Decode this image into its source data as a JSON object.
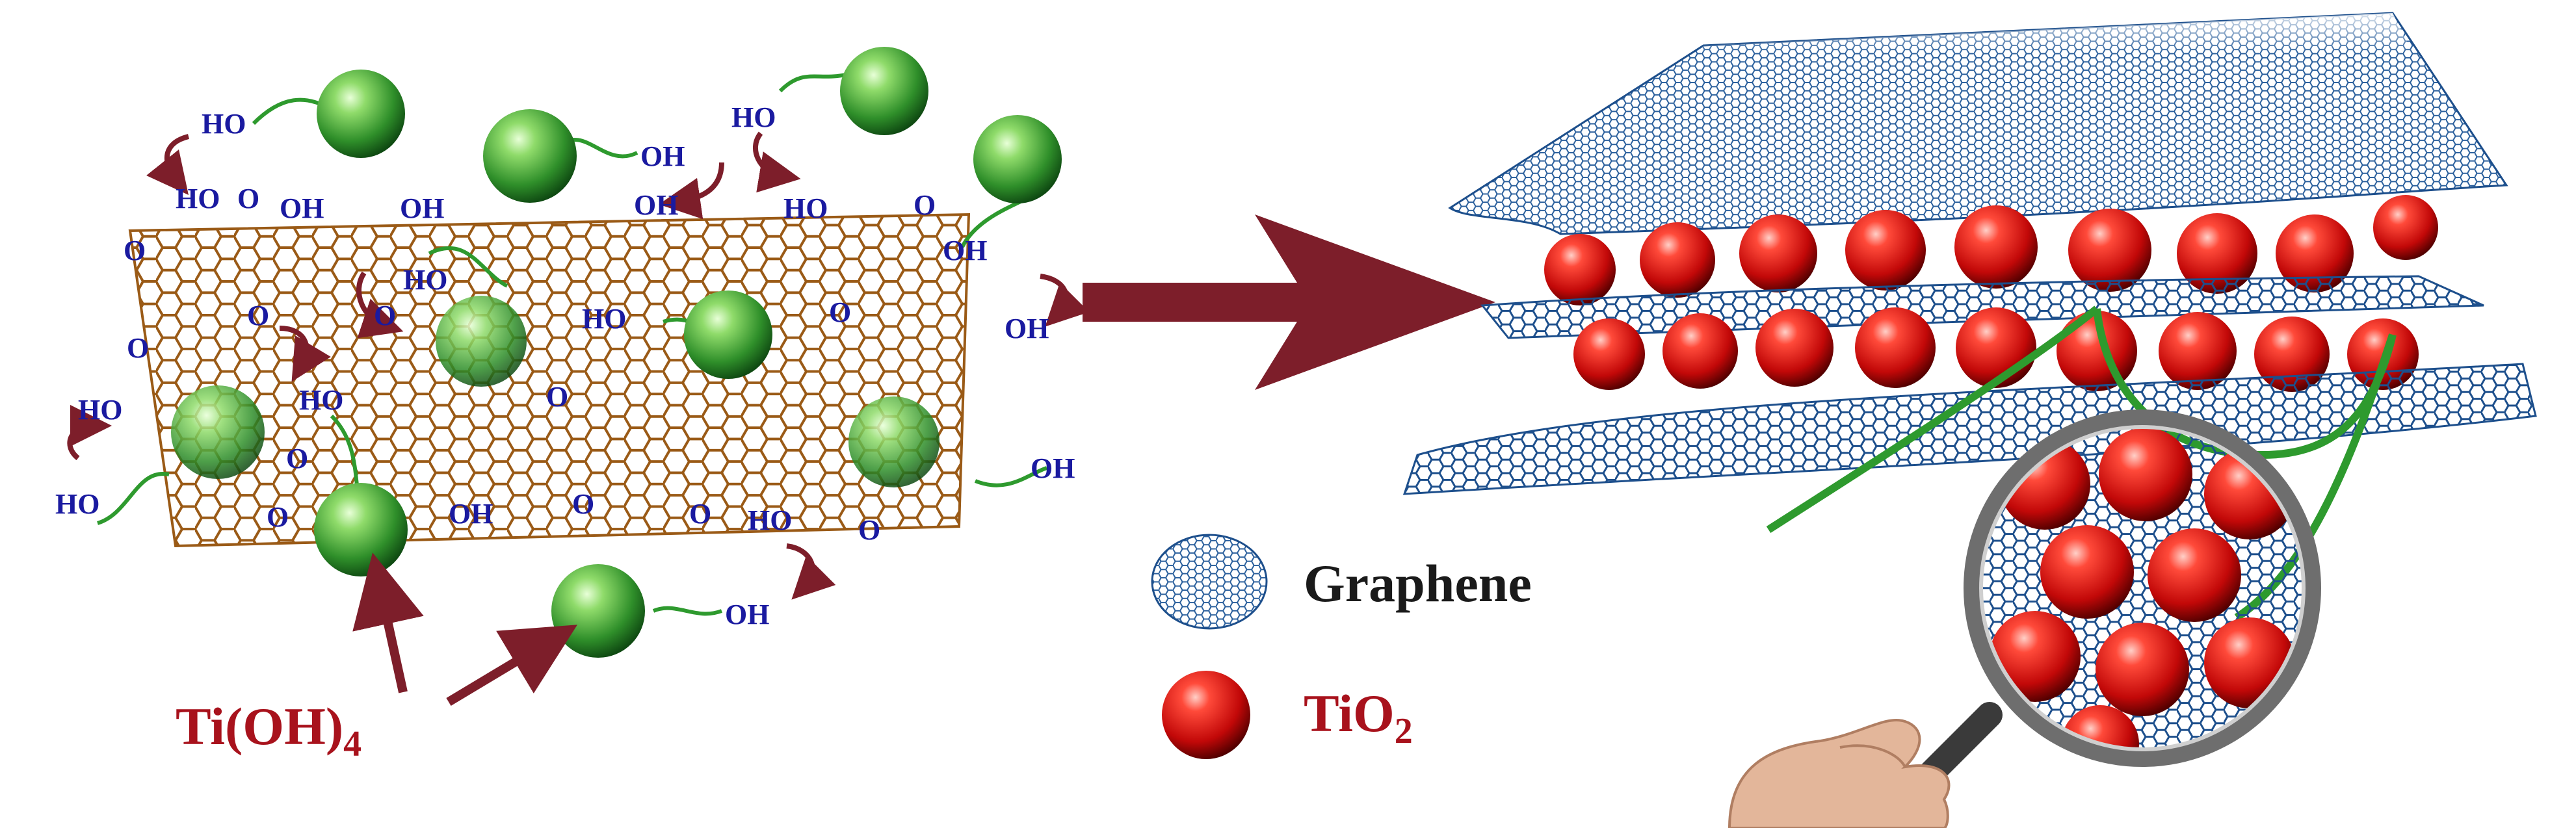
{
  "colors": {
    "lattice": "#9a5a16",
    "label_blue": "#1a1aa0",
    "arrow": "#7d1e2a",
    "linker": "#2e9a2e",
    "green_sphere": "#3aa33a",
    "red_sphere": "#d01010",
    "graphene": "#1d4f8c",
    "legend_text": "#1a1a1a",
    "ti_label": "#a8121c"
  },
  "left": {
    "oh": "OH",
    "ho": "HO",
    "o": "O",
    "hooc": "HO",
    "precursor": {
      "main": "Ti(OH)",
      "sub": "4"
    }
  },
  "legend": {
    "graphene": "Graphene",
    "tio2_main": "TiO",
    "tio2_sub": "2"
  },
  "icons": [
    "graphene-oxide-sheet",
    "ti-oh4-sphere",
    "reaction-arrow",
    "curved-arrow",
    "graphene-sheet",
    "tio2-sphere",
    "magnifier-icon",
    "hand-icon"
  ]
}
